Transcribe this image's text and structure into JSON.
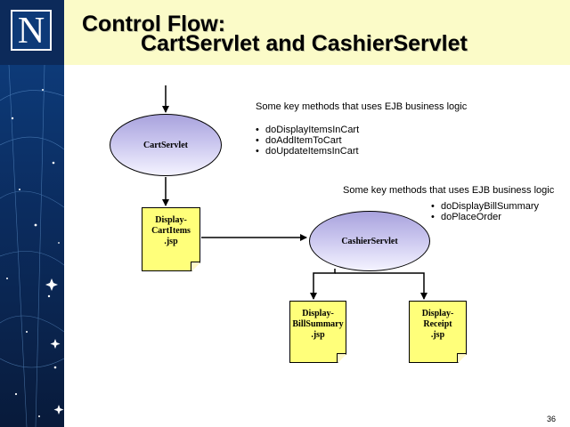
{
  "logo": {
    "letter": "N"
  },
  "title": {
    "line1": "Control Flow:",
    "line2": "CartServlet and CashierServlet"
  },
  "nodes": {
    "cart_servlet": "CartServlet",
    "cashier_servlet": "CashierServlet",
    "display_cart_items": [
      "Display-",
      "CartItems",
      ".jsp"
    ],
    "display_bill_summary": [
      "Display-",
      "BillSummary",
      ".jsp"
    ],
    "display_receipt": [
      "Display-",
      "Receipt",
      ".jsp"
    ]
  },
  "notes": {
    "cart": {
      "heading": "Some key methods that uses EJB business logic",
      "items": [
        "doDisplayItemsInCart",
        "doAddItemToCart",
        "doUpdateItemsInCart"
      ]
    },
    "cashier": {
      "heading": "Some key methods that uses EJB business logic",
      "items": [
        "doDisplayBillSummary",
        "doPlaceOrder"
      ]
    }
  },
  "page_number": "36",
  "colors": {
    "title_bg": "#fbfbc8",
    "ellipse": "#a9a3dd",
    "doc": "#ffff7a",
    "sidebar": "#0b2c5f"
  }
}
